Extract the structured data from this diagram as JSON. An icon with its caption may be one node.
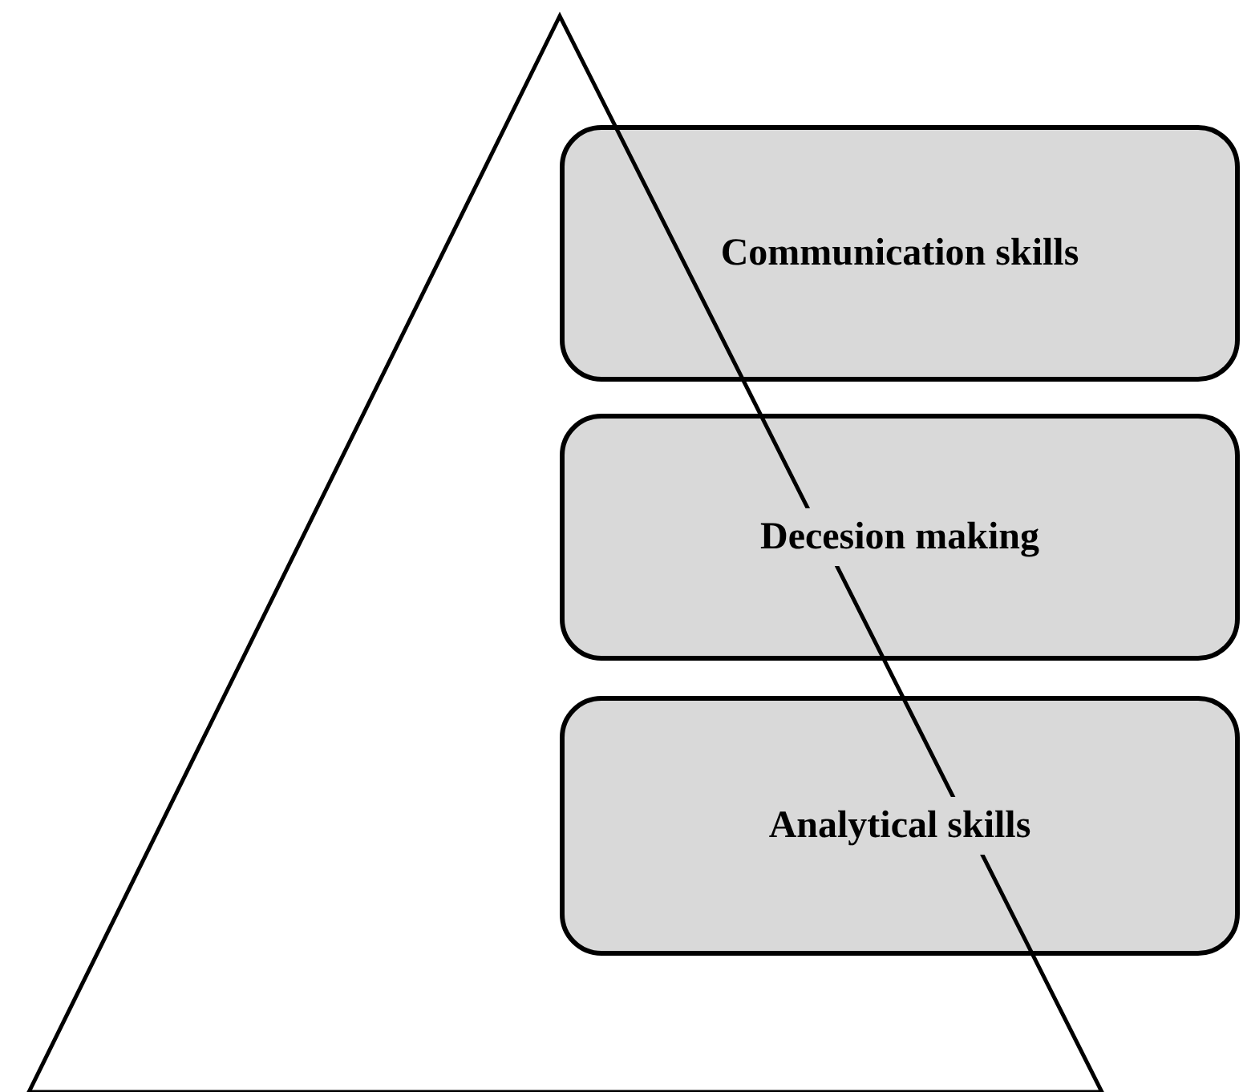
{
  "diagram": {
    "nodes": [
      {
        "text": [
          "Communication skills"
        ]
      },
      {
        "text": [
          "Decesion making"
        ]
      },
      {
        "text": [
          "Analytical skills"
        ]
      }
    ]
  }
}
